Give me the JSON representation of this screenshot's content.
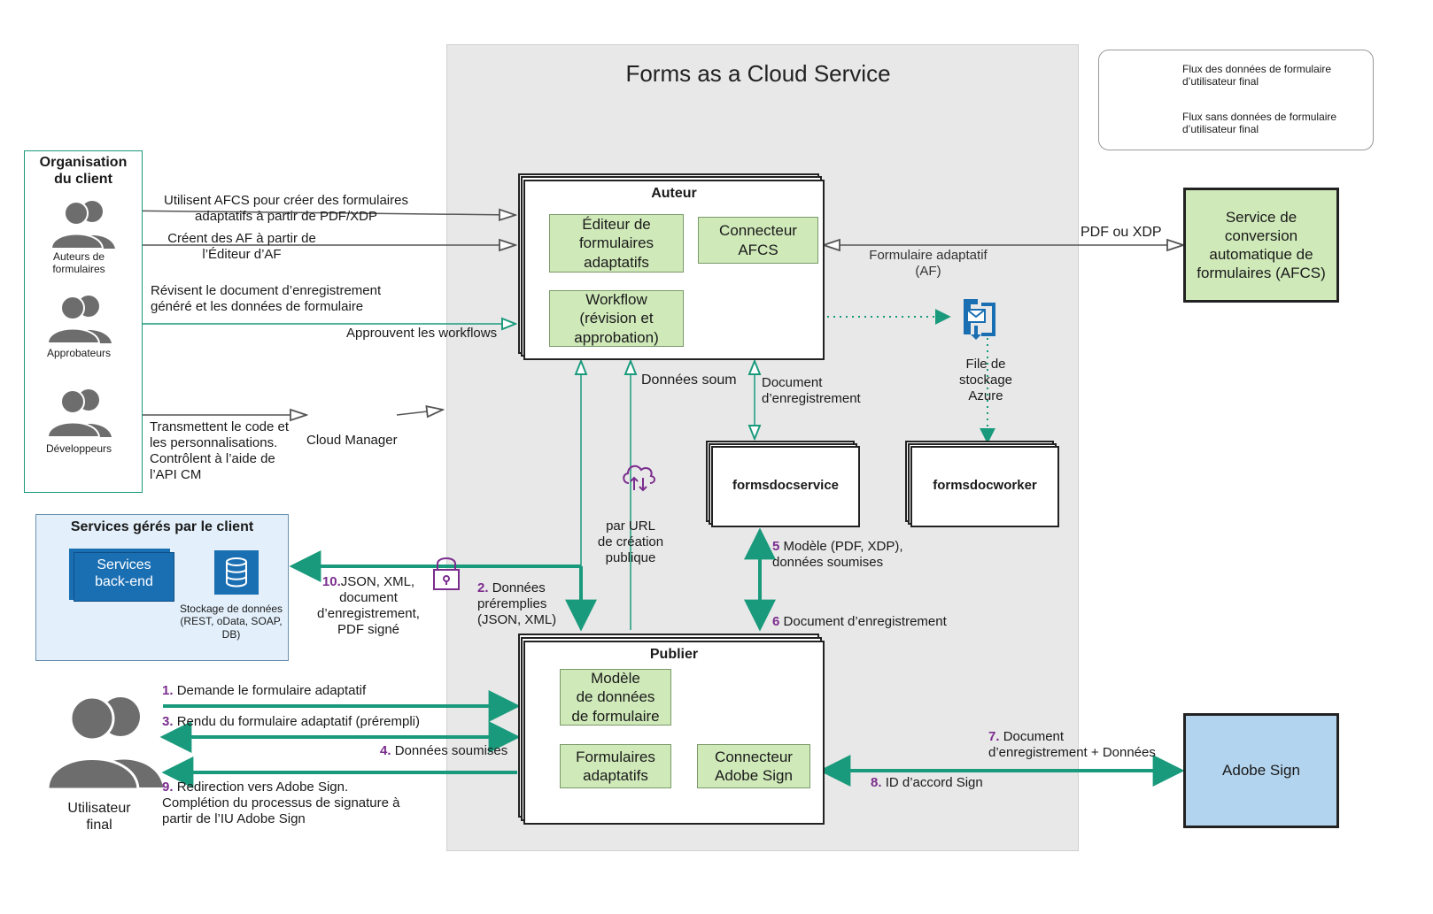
{
  "title": "Forms as a Cloud Service",
  "legend": {
    "user_data_flow": "Flux des données de formulaire\nd’utilisateur final",
    "no_user_data_flow": "Flux sans données de formulaire\nd’utilisateur final"
  },
  "client_org": {
    "title": "Organisation\ndu client",
    "authors": "Auteurs de\nformulaires",
    "approvers": "Approbateurs",
    "developers": "Développeurs"
  },
  "author": {
    "title": "Auteur",
    "editor": "Éditeur de\nformulaires\nadaptatifs",
    "connector": "Connecteur\nAFCS",
    "workflow": "Workflow\n(révision et\napprobation)"
  },
  "afcs_service": "Service de\nconversion\nautomatique de\nformulaires (AFCS)",
  "labels": {
    "use_afcs": "Utilisent AFCS pour créer des formulaires\nadaptatifs à partir de PDF/XDP",
    "create_af": "Créent des AF à partir de\nl’Éditeur d’AF",
    "review": "Révisent le document d’enregistrement\ngénéré et les données de formulaire",
    "approve": "Approuvent les workflows",
    "transmit": "Transmettent le code et\nles personnalisations.\nContrôlent à l’aide de\nl’API CM",
    "cloud_manager": "Cloud Manager",
    "pdf_xdp": "PDF ou XDP",
    "adaptive_form_af": "Formulaire adaptatif\n(AF)",
    "azure_queue": "File de\nstockage\nAzure",
    "submitted_data": "Données soum",
    "record_doc": "Document\nd’enregistrement",
    "by_url": "par URL\nde création\npublique",
    "model": "Modèle (PDF, XDP),\ndonnées soumises",
    "record_doc_6": "Document d’enregistrement",
    "prefilled": "Données\npréremplies\n(JSON, XML)",
    "json_xml": "JSON, XML,\ndocument\nd’enregistrement,\nPDF signé",
    "request_af": "Demande le formulaire adaptatif",
    "render_af": "Rendu du formulaire adaptatif (prérempli)",
    "data_submitted": "Données soumises",
    "redirect": "Redirection vers Adobe Sign.\nComplétion du processus de signature à\npartir de l’IU Adobe Sign",
    "record_plus_data": "Document\nd’enregistrement + Données",
    "sign_id": "ID d’accord Sign"
  },
  "steps": {
    "s1": "1.",
    "s2": "2.",
    "s3": "3.",
    "s4": "4.",
    "s5": "5",
    "s6": "6",
    "s7": "7.",
    "s8": "8.",
    "s9": "9.",
    "s10": "10."
  },
  "formsdocservice": "formsdocservice",
  "formsdocworker": "formsdocworker",
  "customer_services": {
    "title": "Services gérés par le client",
    "backend": "Services\nback-end",
    "storage": "Stockage de données\n(REST, oData, SOAP,\nDB)"
  },
  "publish": {
    "title": "Publier",
    "fdm": "Modèle\nde données\nde formulaire",
    "adaptive_forms": "Formulaires\nadaptatifs",
    "sign_connector": "Connecteur\nAdobe Sign"
  },
  "end_user": "Utilisateur\nfinal",
  "adobe_sign": "Adobe Sign",
  "colors": {
    "teal": "#1a9a7c",
    "green_box": "#cfe9b9",
    "purple": "#7b2d8e",
    "blue": "#1a6fb3",
    "sign_blue": "#b3d4ee",
    "cloud_bg": "#e8e8e8"
  }
}
